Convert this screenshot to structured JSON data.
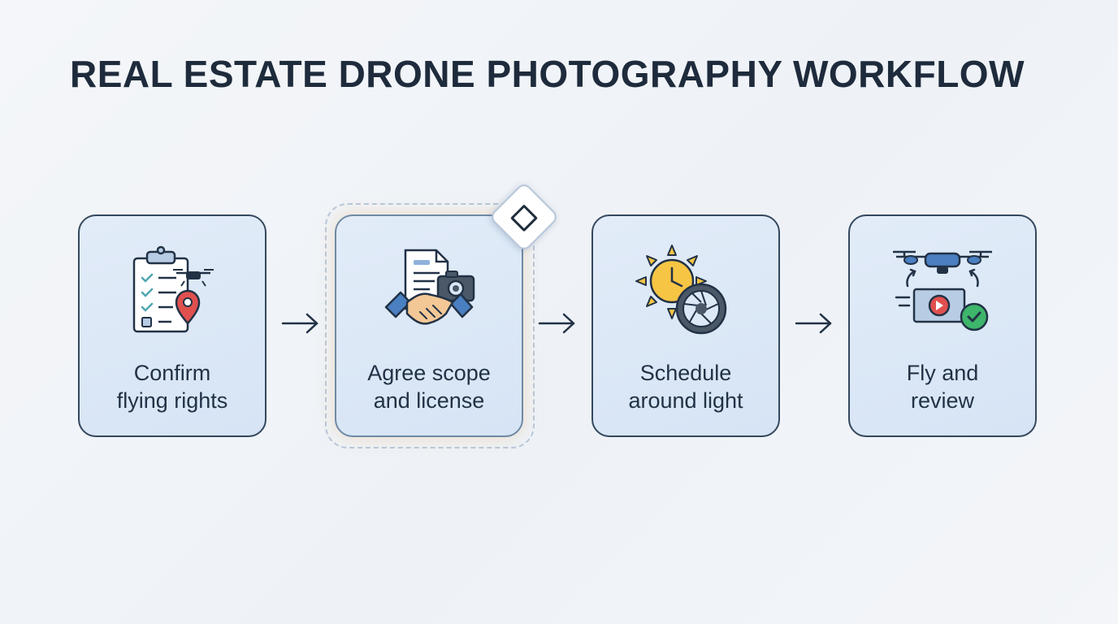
{
  "title": "REAL ESTATE DRONE PHOTOGRAPHY WORKFLOW",
  "steps": [
    {
      "line1": "Confirm",
      "line2": "flying rights",
      "icon": "clipboard-drone-location-icon"
    },
    {
      "line1": "Agree scope",
      "line2": "and license",
      "icon": "document-handshake-camera-icon",
      "selected": true
    },
    {
      "line1": "Schedule",
      "line2": "around light",
      "icon": "sun-clock-aperture-icon"
    },
    {
      "line1": "Fly and",
      "line2": "review",
      "icon": "drone-video-check-icon"
    }
  ],
  "colors": {
    "title": "#1e2b3c",
    "card_fill": "#dce8f6",
    "card_border": "#34485e",
    "accent_blue": "#4a7fc1",
    "accent_teal": "#4fa6b0",
    "accent_red": "#e0504f",
    "accent_yellow": "#f6c544",
    "accent_green": "#3db56a",
    "accent_skin": "#f3c896"
  }
}
